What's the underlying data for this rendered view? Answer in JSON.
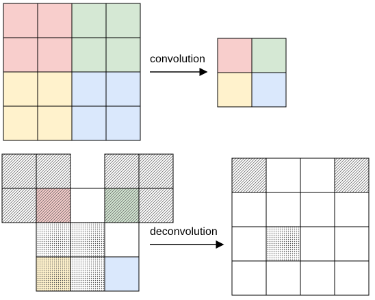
{
  "labels": {
    "convolution": "convolution",
    "deconvolution": "deconvolution"
  },
  "colors": {
    "red": "#f8cecc",
    "green": "#d5e8d4",
    "yellow": "#fff2cc",
    "blue": "#dae8fc",
    "stroke": "#000000"
  },
  "grids": {
    "conv_input": [
      [
        "red",
        "red",
        "green",
        "green"
      ],
      [
        "red",
        "red",
        "green",
        "green"
      ],
      [
        "yellow",
        "yellow",
        "blue",
        "blue"
      ],
      [
        "yellow",
        "yellow",
        "blue",
        "blue"
      ]
    ],
    "conv_output": [
      [
        "red",
        "green"
      ],
      [
        "yellow",
        "blue"
      ]
    ],
    "deconv_input": [
      [
        "hatch",
        "hatch",
        "none",
        "hatch",
        "hatch"
      ],
      [
        "hatch",
        "red-hatch",
        "white",
        "green-hatch",
        "hatch"
      ],
      [
        "none",
        "dots",
        "dots",
        "white",
        "none"
      ],
      [
        "none",
        "yellow-dots",
        "dots",
        "blue",
        "none"
      ]
    ],
    "deconv_output": [
      [
        "hatch",
        "white",
        "white",
        "hatch"
      ],
      [
        "white",
        "white",
        "white",
        "white"
      ],
      [
        "white",
        "dots",
        "white",
        "white"
      ],
      [
        "white",
        "white",
        "white",
        "white"
      ]
    ]
  }
}
